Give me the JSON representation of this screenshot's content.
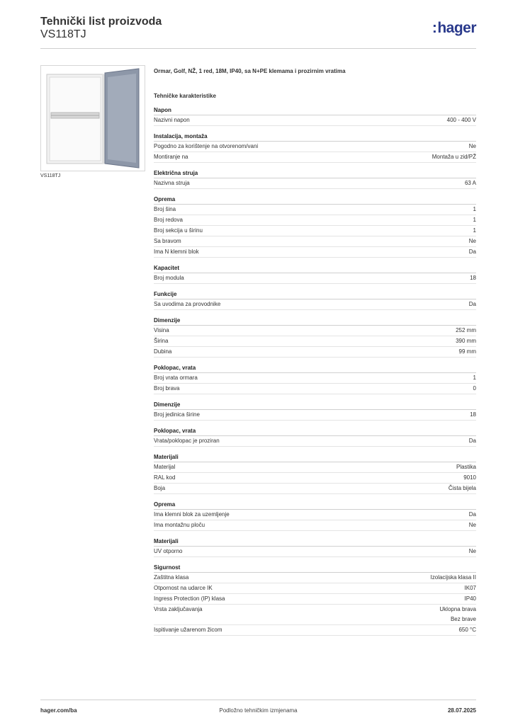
{
  "header": {
    "title": "Tehnički list proizvoda",
    "subtitle": "VS118TJ",
    "logo_text": "hager"
  },
  "product": {
    "image_caption": "VS118TJ",
    "description": "Ormar, Golf, NŽ, 1 red, 18M, IP40, sa N+PE klemama i prozirnim vratima",
    "section_title": "Tehničke karakteristike"
  },
  "groups": [
    {
      "title": "Napon",
      "rows": [
        [
          "Nazivni napon",
          "400 - 400 V"
        ]
      ]
    },
    {
      "title": "Instalacija, montaža",
      "rows": [
        [
          "Pogodno za korištenje na otvorenom/vani",
          "Ne"
        ],
        [
          "Montiranje na",
          "Montaža u zid/PŽ"
        ]
      ]
    },
    {
      "title": "Električna struja",
      "rows": [
        [
          "Nazivna struja",
          "63 A"
        ]
      ]
    },
    {
      "title": "Oprema",
      "rows": [
        [
          "Broj šina",
          "1"
        ],
        [
          "Broj redova",
          "1"
        ],
        [
          "Broj sekcija u širinu",
          "1"
        ],
        [
          "Sa bravom",
          "Ne"
        ],
        [
          "Ima N klemni blok",
          "Da"
        ]
      ]
    },
    {
      "title": "Kapacitet",
      "rows": [
        [
          "Broj modula",
          "18"
        ]
      ]
    },
    {
      "title": "Funkcije",
      "rows": [
        [
          "Sa uvodima za provodnike",
          "Da"
        ]
      ]
    },
    {
      "title": "Dimenzije",
      "rows": [
        [
          "Visina",
          "252 mm"
        ],
        [
          "Širina",
          "390 mm"
        ],
        [
          "Dubina",
          "99 mm"
        ]
      ]
    },
    {
      "title": "Poklopac, vrata",
      "rows": [
        [
          "Broj vrata ormara",
          "1"
        ],
        [
          "Broj brava",
          "0"
        ]
      ]
    },
    {
      "title": "Dimenzije",
      "rows": [
        [
          "Broj jedinica širine",
          "18"
        ]
      ]
    },
    {
      "title": "Poklopac, vrata",
      "rows": [
        [
          "Vrata/poklopac je proziran",
          "Da"
        ]
      ]
    },
    {
      "title": "Materijali",
      "rows": [
        [
          "Materijal",
          "Plastika"
        ],
        [
          "RAL kod",
          "9010"
        ],
        [
          "Boja",
          "Čista bijela"
        ]
      ]
    },
    {
      "title": "Oprema",
      "rows": [
        [
          "Ima klemni blok za uzemljenje",
          "Da"
        ],
        [
          "Ima montažnu ploču",
          "Ne"
        ]
      ]
    },
    {
      "title": "Materijali",
      "rows": [
        [
          "UV otporno",
          "Ne"
        ]
      ]
    },
    {
      "title": "Sigurnost",
      "rows": [
        [
          "Zaštitna klasa",
          "Izolacijska klasa II"
        ],
        [
          "Otpornost na udarce IK",
          "IK07"
        ],
        [
          "Ingress Protection (IP) klasa",
          "IP40"
        ],
        [
          "Vrsta zaključavanja",
          "Uklopna brava\nBez brave"
        ],
        [
          "Ispitivanje užarenom žicom",
          "650 °C"
        ]
      ]
    }
  ],
  "footer": {
    "left": "hager.com/ba",
    "center": "Podložno tehničkim izmjenama",
    "right": "28.07.2025"
  }
}
